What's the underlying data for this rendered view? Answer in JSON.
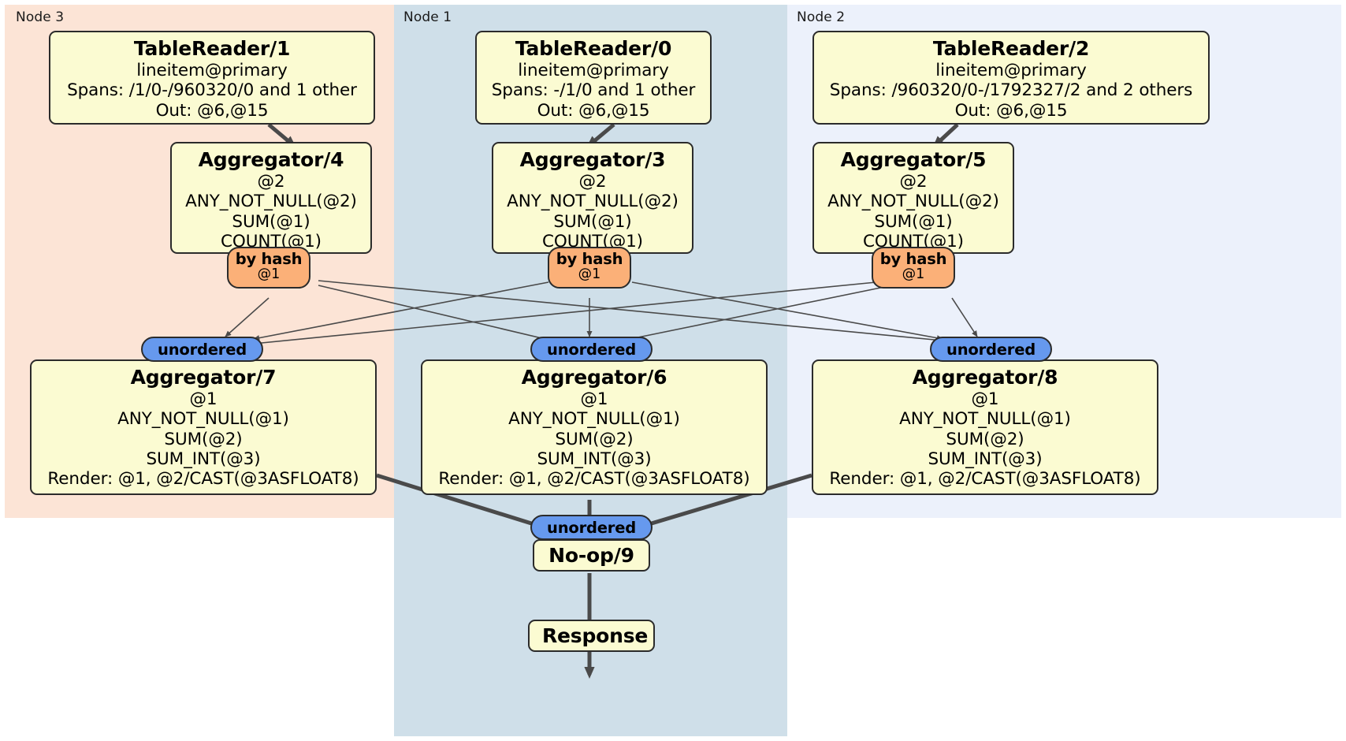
{
  "diagram": {
    "title": "DistSQL distributed query plan",
    "colors": {
      "node3_bg": "#fce4d6",
      "node1_bg": "#cfdfe9",
      "node2_bg": "#ecf1fb",
      "box_fill": "#fbfbd2",
      "box_border": "#2b2b2b",
      "hash_badge": "#fbb078",
      "unordered_badge": "#6699ee",
      "edge": "#4a4a4a"
    }
  },
  "nodes": [
    {
      "label": "Node 3"
    },
    {
      "label": "Node 1"
    },
    {
      "label": "Node 2"
    }
  ],
  "processors": {
    "table_reader_1": {
      "title": "TableReader/1",
      "line1": "lineitem@primary",
      "line2": "Spans: /1/0-/960320/0 and 1 other",
      "line3": "Out: @6,@15"
    },
    "table_reader_0": {
      "title": "TableReader/0",
      "line1": "lineitem@primary",
      "line2": "Spans: -/1/0 and 1 other",
      "line3": "Out: @6,@15"
    },
    "table_reader_2": {
      "title": "TableReader/2",
      "line1": "lineitem@primary",
      "line2": "Spans: /960320/0-/1792327/2 and 2 others",
      "line3": "Out: @6,@15"
    },
    "aggregator_4": {
      "title": "Aggregator/4",
      "line1": "@2",
      "line2": "ANY_NOT_NULL(@2)",
      "line3": "SUM(@1)",
      "line4": "COUNT(@1)"
    },
    "aggregator_3": {
      "title": "Aggregator/3",
      "line1": "@2",
      "line2": "ANY_NOT_NULL(@2)",
      "line3": "SUM(@1)",
      "line4": "COUNT(@1)"
    },
    "aggregator_5": {
      "title": "Aggregator/5",
      "line1": "@2",
      "line2": "ANY_NOT_NULL(@2)",
      "line3": "SUM(@1)",
      "line4": "COUNT(@1)"
    },
    "aggregator_7": {
      "title": "Aggregator/7",
      "line1": "@1",
      "line2": "ANY_NOT_NULL(@1)",
      "line3": "SUM(@2)",
      "line4": "SUM_INT(@3)",
      "line5": "Render: @1, @2/CAST(@3ASFLOAT8)"
    },
    "aggregator_6": {
      "title": "Aggregator/6",
      "line1": "@1",
      "line2": "ANY_NOT_NULL(@1)",
      "line3": "SUM(@2)",
      "line4": "SUM_INT(@3)",
      "line5": "Render: @1, @2/CAST(@3ASFLOAT8)"
    },
    "aggregator_8": {
      "title": "Aggregator/8",
      "line1": "@1",
      "line2": "ANY_NOT_NULL(@1)",
      "line3": "SUM(@2)",
      "line4": "SUM_INT(@3)",
      "line5": "Render: @1, @2/CAST(@3ASFLOAT8)"
    },
    "noop_9": {
      "title": "No-op/9"
    },
    "response": {
      "title": "Response"
    }
  },
  "routers": [
    {
      "id": "hash-left",
      "label": "by hash",
      "column": "@1"
    },
    {
      "id": "hash-center",
      "label": "by hash",
      "column": "@1"
    },
    {
      "id": "hash-right",
      "label": "by hash",
      "column": "@1"
    }
  ],
  "synchronizers": [
    {
      "id": "unordered-left",
      "label": "unordered"
    },
    {
      "id": "unordered-center",
      "label": "unordered"
    },
    {
      "id": "unordered-right",
      "label": "unordered"
    },
    {
      "id": "unordered-final",
      "label": "unordered"
    }
  ]
}
